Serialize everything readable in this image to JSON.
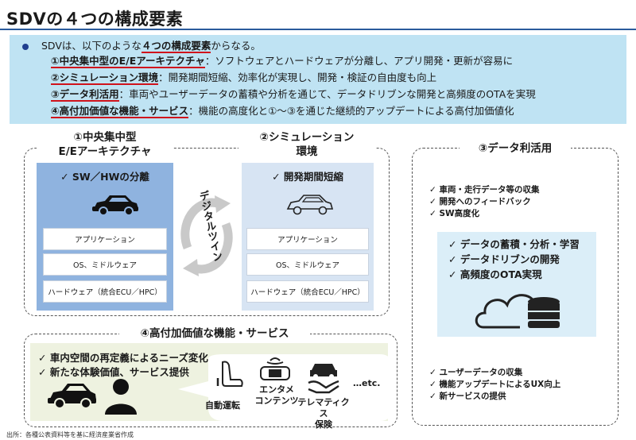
{
  "title": "SDVの４つの構成要素",
  "summary": {
    "intro_pre": "SDVは、以下のような",
    "intro_em": "４つの構成要素",
    "intro_post": "からなる。",
    "items": [
      {
        "label": "①中央集中型のE/Eアーキテクチャ",
        "text": "：ソフトウェアとハードウェアが分離し、アプリ開発・更新が容易に"
      },
      {
        "label": "②シミュレーション環境",
        "text": "：開発期間短縮、効率化が実現し、開発・検証の自由度も向上"
      },
      {
        "label": "③データ利活用",
        "text": "：車両やユーザーデータの蓄積や分析を通じて、データドリブンな開発と高頻度のOTAを実現"
      },
      {
        "label": "④高付加価値な機能・サービス",
        "text": "：機能の高度化と①～③を通じた継続的アップデートによる高付加価値化"
      }
    ]
  },
  "sec1": {
    "title_l1": "①中央集中型",
    "title_l2": "E/Eアーキテクチャ",
    "check": "✓ SW／HWの分離",
    "layers": [
      "アプリケーション",
      "OS、ミドルウェア",
      "ハードウェア（統合ECU／HPC）"
    ]
  },
  "sec2": {
    "title_l1": "②シミュレーション",
    "title_l2": "環境",
    "check": "✓ 開発期間短縮",
    "layers": [
      "アプリケーション",
      "OS、ミドルウェア",
      "ハードウェア（統合ECU／HPC）"
    ]
  },
  "digital_twin": "デジタルツイン",
  "sec3": {
    "title": "③データ利活用",
    "top_list": [
      "車両・走行データ等の収集",
      "開発へのフィードバック",
      "SW高度化"
    ],
    "box_list": [
      "データの蓄積・分析・学習",
      "データドリブンの開発",
      "高頻度のOTA実現"
    ],
    "bottom_list": [
      "ユーザーデータの収集",
      "機能アップデートによるUX向上",
      "新サービスの提供"
    ]
  },
  "sec4": {
    "title": "④高付加価値な機能・サービス",
    "checks": [
      "✓ 車内空間の再定義によるニーズ変化",
      "✓ 新たな体験価値、サービス提供"
    ],
    "items": {
      "autonomous": "自動運転",
      "entertainment_l1": "エンタメ",
      "entertainment_l2": "コンテンツ",
      "telematics_l1": "テレマティクス",
      "telematics_l2": "保険",
      "etc": "…etc."
    }
  },
  "source": "出所：各種公表資料等を基に経済産業省作成",
  "colors": {
    "accent_red": "#d0121b",
    "summary_bg": "#bfe3f3",
    "panel_blue": "#8fb3df",
    "panel_lightblue": "#d7e4f3",
    "box_lightblue": "#dbeef8"
  }
}
